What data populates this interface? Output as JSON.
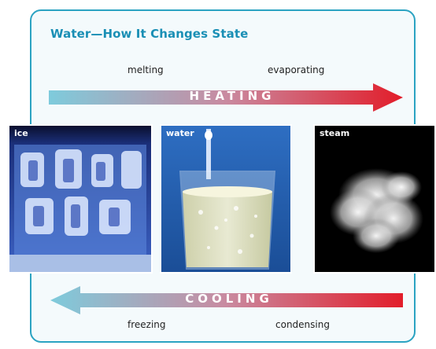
{
  "title": "Water—How It Changes State",
  "heating": {
    "label": "HEATING",
    "left_process": "melting",
    "right_process": "evaporating"
  },
  "cooling": {
    "label": "COOLING",
    "left_process": "freezing",
    "right_process": "condensing"
  },
  "panels": [
    {
      "label": "ice"
    },
    {
      "label": "water"
    },
    {
      "label": "steam"
    }
  ],
  "colors": {
    "frame": "#2ba3c2",
    "title": "#1a8fb5",
    "arrow_cool": "#7ecbdc",
    "arrow_hot": "#e21d2a"
  }
}
